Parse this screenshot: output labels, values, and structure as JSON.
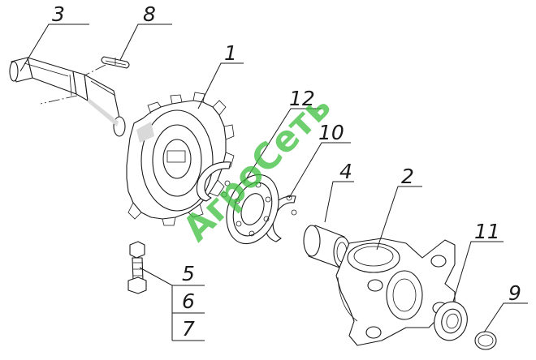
{
  "watermark": "АгроСеть",
  "callouts": [
    {
      "id": "3",
      "label": "3"
    },
    {
      "id": "8",
      "label": "8"
    },
    {
      "id": "1",
      "label": "1"
    },
    {
      "id": "12",
      "label": "12"
    },
    {
      "id": "10",
      "label": "10"
    },
    {
      "id": "4",
      "label": "4"
    },
    {
      "id": "2",
      "label": "2"
    },
    {
      "id": "11",
      "label": "11"
    },
    {
      "id": "9",
      "label": "9"
    },
    {
      "id": "5",
      "label": "5"
    },
    {
      "id": "6",
      "label": "6"
    },
    {
      "id": "7",
      "label": "7"
    }
  ]
}
